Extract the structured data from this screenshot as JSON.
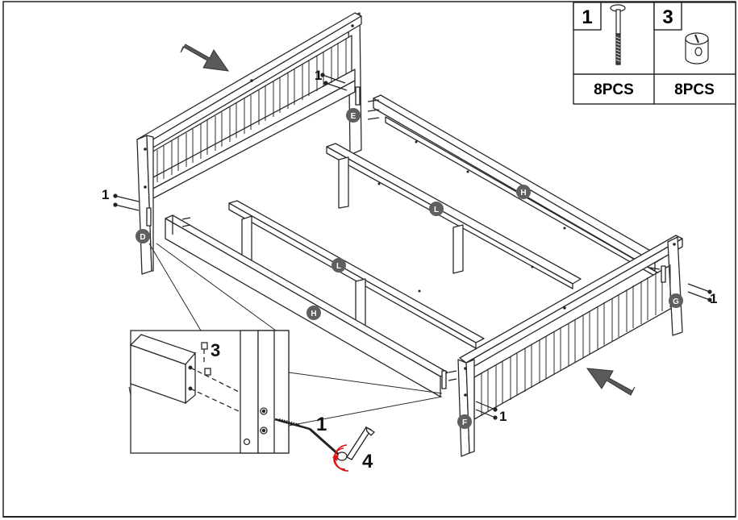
{
  "parts_table": {
    "items": [
      {
        "number": "1",
        "quantity": "8PCS",
        "icon": "bolt-icon"
      },
      {
        "number": "3",
        "quantity": "8PCS",
        "icon": "barrel-nut-icon"
      }
    ]
  },
  "callouts": {
    "headboard_bolt": "1",
    "left_bolt": "1",
    "right_bolt": "1",
    "foot_bolt": "1",
    "detail_nut": "3",
    "detail_bolt": "1",
    "detail_key": "4"
  },
  "part_labels": {
    "D": "D",
    "E": "E",
    "F": "F",
    "G": "G",
    "H_back": "H",
    "H_front": "H",
    "L_back": "L",
    "L_front": "L"
  },
  "colors": {
    "line": "#2a2a2a",
    "label_circle": "#5f5f5f",
    "arrow": "#5a5a5a",
    "rotation_mark": "#e01010"
  }
}
